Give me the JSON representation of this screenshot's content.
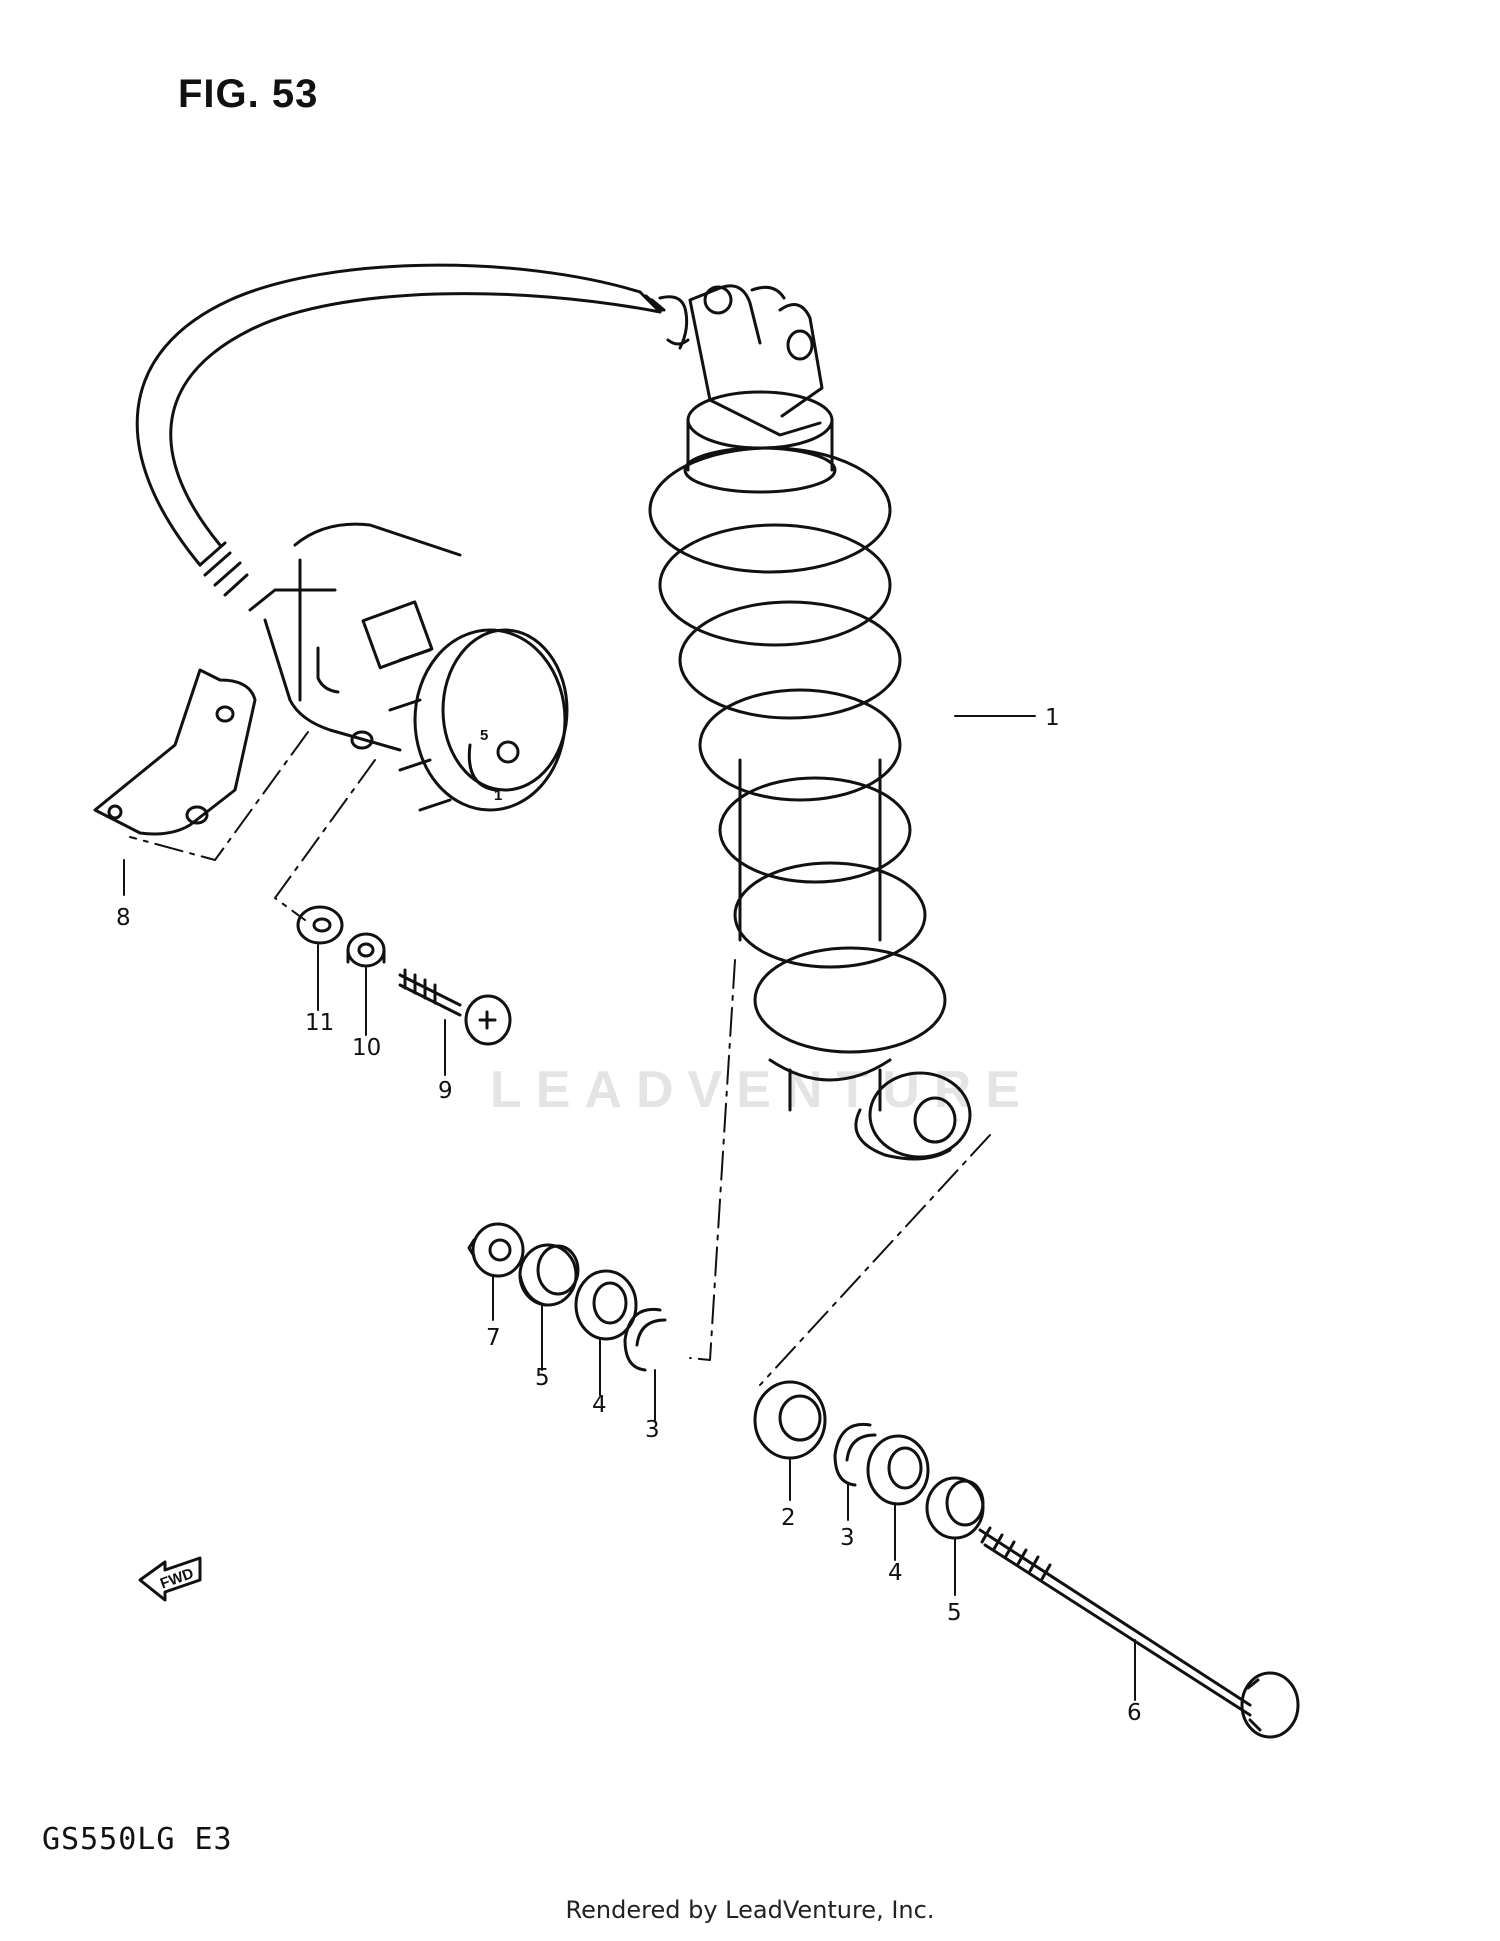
{
  "figure": {
    "title": "FIG. 53",
    "model_code": "GS550LG  E3",
    "credit": "Rendered by LeadVenture, Inc.",
    "watermark": "LEADVENTURE",
    "fwd_label": "FWD",
    "adjuster_scale": [
      "5",
      "1"
    ]
  },
  "callouts": [
    "1",
    "2",
    "3",
    "3",
    "4",
    "4",
    "5",
    "5",
    "6",
    "7",
    "8",
    "9",
    "10",
    "11"
  ]
}
